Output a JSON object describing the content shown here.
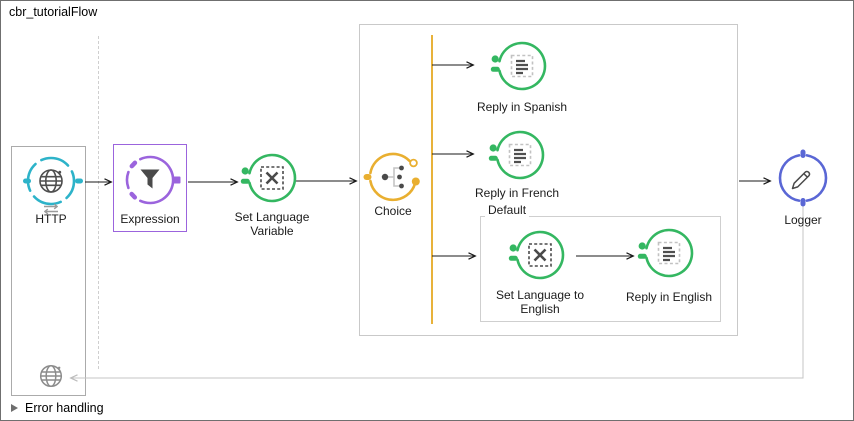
{
  "title": "cbr_tutorialFlow",
  "flow": {
    "nodes": {
      "http": {
        "label": "HTTP",
        "icon": "globe-icon",
        "color": "#2db3c9"
      },
      "expression": {
        "label": "Expression",
        "icon": "filter-icon",
        "color": "#9b64dd",
        "selected": true
      },
      "set_language_variable": {
        "label": "Set Language Variable",
        "icon": "set-variable-icon",
        "color": "#34b761"
      },
      "choice": {
        "label": "Choice",
        "icon": "branch-icon",
        "color": "#e9af30"
      },
      "reply_in_spanish": {
        "label": "Reply in Spanish",
        "icon": "message-icon",
        "color": "#34b761"
      },
      "reply_in_french": {
        "label": "Reply in French",
        "icon": "message-icon",
        "color": "#34b761"
      },
      "set_language_to_english": {
        "label": "Set Language to English",
        "icon": "set-variable-icon",
        "color": "#34b761"
      },
      "reply_in_english": {
        "label": "Reply in English",
        "icon": "message-icon",
        "color": "#34b761"
      },
      "logger": {
        "label": "Logger",
        "icon": "pencil-icon",
        "color": "#5a67d5"
      }
    },
    "scopes": {
      "default": {
        "label": "Default"
      }
    },
    "error_handling": {
      "label": "Error handling",
      "collapsed": true
    }
  }
}
